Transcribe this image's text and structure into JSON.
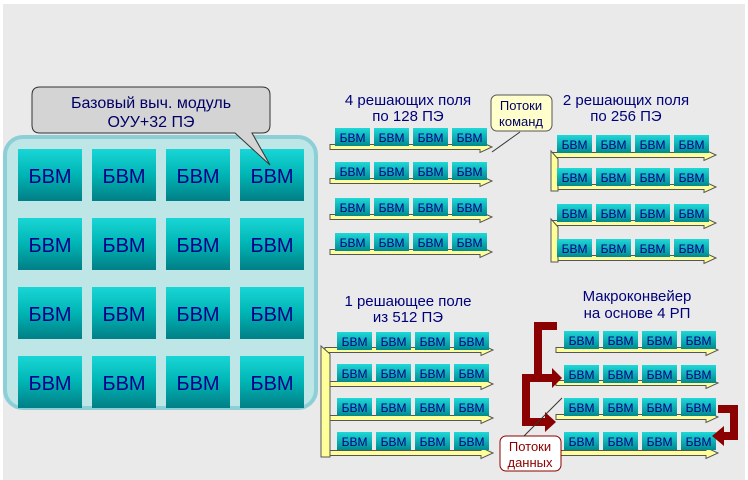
{
  "labels": {
    "base_module": [
      "Базовый выч. модуль",
      "ОУУ+32 ПЭ"
    ],
    "block4x128": [
      "4 решающих поля",
      "по 128 ПЭ"
    ],
    "block2x256": [
      "2 решающих поля",
      "по 256 ПЭ"
    ],
    "block1x512": [
      "1 решающее поле",
      "из 512 ПЭ"
    ],
    "macro": [
      "Макроконвейер",
      "на основе 4 РП"
    ],
    "cmd_flows": [
      "Потоки",
      "команд"
    ],
    "data_flows": [
      "Потоки",
      "данных"
    ]
  },
  "cell_label": "БВМ",
  "colors": {
    "slide_bg": "#eaeaea",
    "module_fill": "#bfe6e6",
    "module_border": "#7fc7cf",
    "cell_top": "#00c8c8",
    "cell_bottom": "#009090",
    "cell_text": "#00008b",
    "arrow_fill": "#ffff99",
    "arrow_stroke": "#555555",
    "data_arrow": "#8b0000",
    "cmd_callout": "#ffffcc",
    "data_callout": "#ffffff"
  }
}
